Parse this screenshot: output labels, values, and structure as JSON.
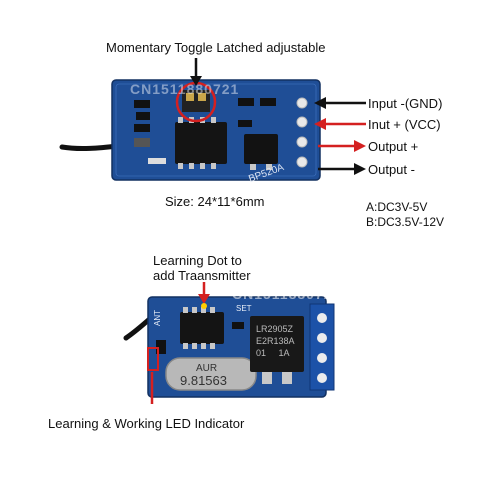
{
  "top_module": {
    "callout_jumper": "Momentary Toggle Latched adjustable",
    "chip_marking": "BP520A",
    "size_label": "Size: 24*11*6mm",
    "pins": [
      {
        "label": "Input -(GND)",
        "arrow_color": "#111111",
        "direction": "in"
      },
      {
        "label": "Inut + (VCC)",
        "arrow_color": "#d42020",
        "direction": "in"
      },
      {
        "label": "Output +",
        "arrow_color": "#d42020",
        "direction": "out"
      },
      {
        "label": "Output -",
        "arrow_color": "#111111",
        "direction": "out"
      }
    ],
    "voltage_specs": [
      "A:DC3V-5V",
      "B:DC3.5V-12V"
    ]
  },
  "bottom_module": {
    "callout_learning_dot": [
      "Learning Dot to",
      "add Traansmitter"
    ],
    "callout_led": "Learning & Working LED Indicator",
    "crystal_marking": [
      "AUR",
      "9.81563"
    ],
    "regulator_marking": [
      "LR2905Z",
      "E2R138A",
      "01     1A"
    ],
    "silkscreen_set": "SET",
    "silkscreen_ant": "ANT"
  },
  "watermark": "CN1511880721",
  "colors": {
    "pcb": "#1f4e96",
    "pcb_dark": "#15386e",
    "callout_red": "#d42020",
    "arrow_black": "#111111"
  }
}
